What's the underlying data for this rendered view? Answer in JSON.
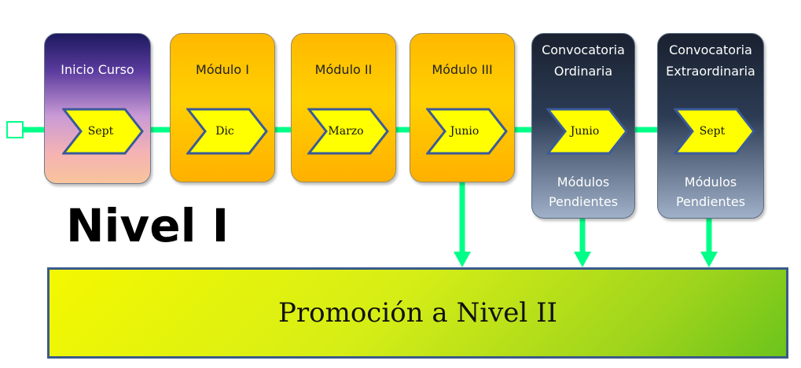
{
  "start": {
    "title": "Inicio Curso",
    "chevron": "Sept"
  },
  "modules": [
    {
      "title": "Módulo I",
      "chevron": "Dic"
    },
    {
      "title": "Módulo II",
      "chevron": "Marzo"
    },
    {
      "title": "Módulo III",
      "chevron": "Junio"
    }
  ],
  "convocatorias": [
    {
      "title_line1": "Convocatoria",
      "title_line2": "Ordinaria",
      "chevron": "Junio",
      "foot_line1": "Módulos",
      "foot_line2": "Pendientes"
    },
    {
      "title_line1": "Convocatoria",
      "title_line2": "Extraordinaria",
      "chevron": "Sept",
      "foot_line1": "Módulos",
      "foot_line2": "Pendientes"
    }
  ],
  "heading": "Nivel I",
  "promotion": "Promoción a Nivel  II",
  "colors": {
    "connector": "#00ff88",
    "chevron_fill": "#ffff00",
    "chevron_stroke": "#3a5a9a"
  }
}
